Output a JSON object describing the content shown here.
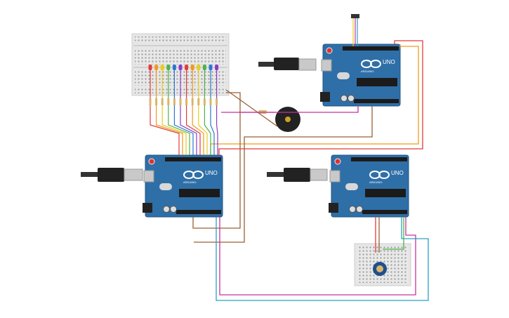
{
  "circuit": {
    "board_label": "UNO",
    "board_brand": "ARDUINO",
    "colors": {
      "board": "#2f6fa8",
      "board_edge": "#1f5580",
      "breadboard": "#e8e8e8",
      "wire_red": "#e23b3b",
      "wire_orange": "#f09a1c",
      "wire_brown": "#9a6034",
      "wire_magenta": "#c4339e",
      "wire_cyan": "#2aa0c8",
      "wire_green": "#4cb34c",
      "wire_yellow": "#e6cc1e",
      "usb_cable": "#333333"
    },
    "leds": [
      "red",
      "orange",
      "yellow",
      "green",
      "blue",
      "purple",
      "red",
      "orange",
      "yellow",
      "green",
      "blue",
      "purple"
    ],
    "components": [
      {
        "name": "breadboard-top-left",
        "icon": "breadboard"
      },
      {
        "name": "arduino-top-right",
        "icon": "arduino-uno"
      },
      {
        "name": "arduino-middle-left",
        "icon": "arduino-uno"
      },
      {
        "name": "arduino-middle-right",
        "icon": "arduino-uno"
      },
      {
        "name": "piezo-buzzer",
        "icon": "buzzer-icon"
      },
      {
        "name": "potentiometer",
        "icon": "potentiometer-icon"
      },
      {
        "name": "small-breadboard",
        "icon": "breadboard"
      },
      {
        "name": "sensor-top",
        "icon": "sensor-icon"
      }
    ]
  }
}
